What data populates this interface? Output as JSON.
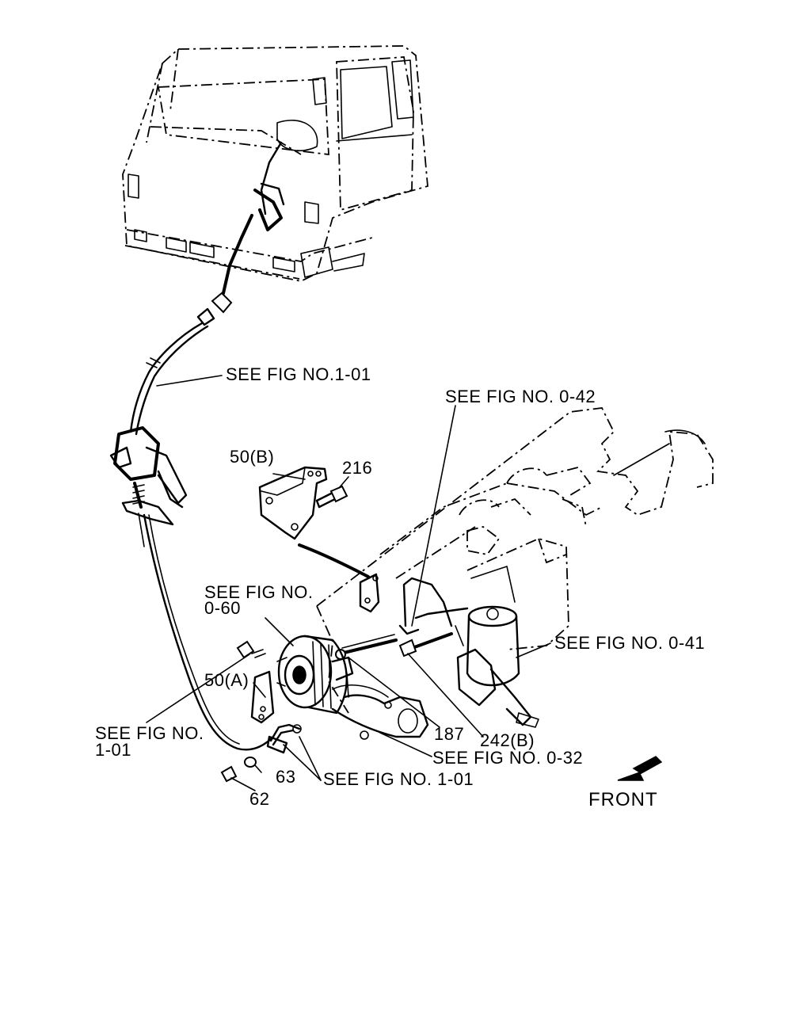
{
  "labels": {
    "cable_ref_top": "SEE FIG NO.1-01",
    "ref_0_42": "SEE FIG NO. 0-42",
    "part_50b": "50(B)",
    "part_216": "216",
    "ref_0_60_line1": "SEE FIG NO.",
    "ref_0_60_line2": "0-60",
    "ref_0_41": "SEE FIG NO. 0-41",
    "part_50a": "50(A)",
    "ref_1_01_left_line1": "SEE FIG NO.",
    "ref_1_01_left_line2": "1-01",
    "part_187": "187",
    "part_242b": "242(B)",
    "ref_0_32": "SEE FIG NO. 0-32",
    "part_63": "63",
    "ref_1_01_bottom": "SEE FIG NO. 1-01",
    "part_62": "62",
    "front": "FRONT"
  },
  "icons": {
    "front_arrow": "arrow-down-left-icon"
  }
}
